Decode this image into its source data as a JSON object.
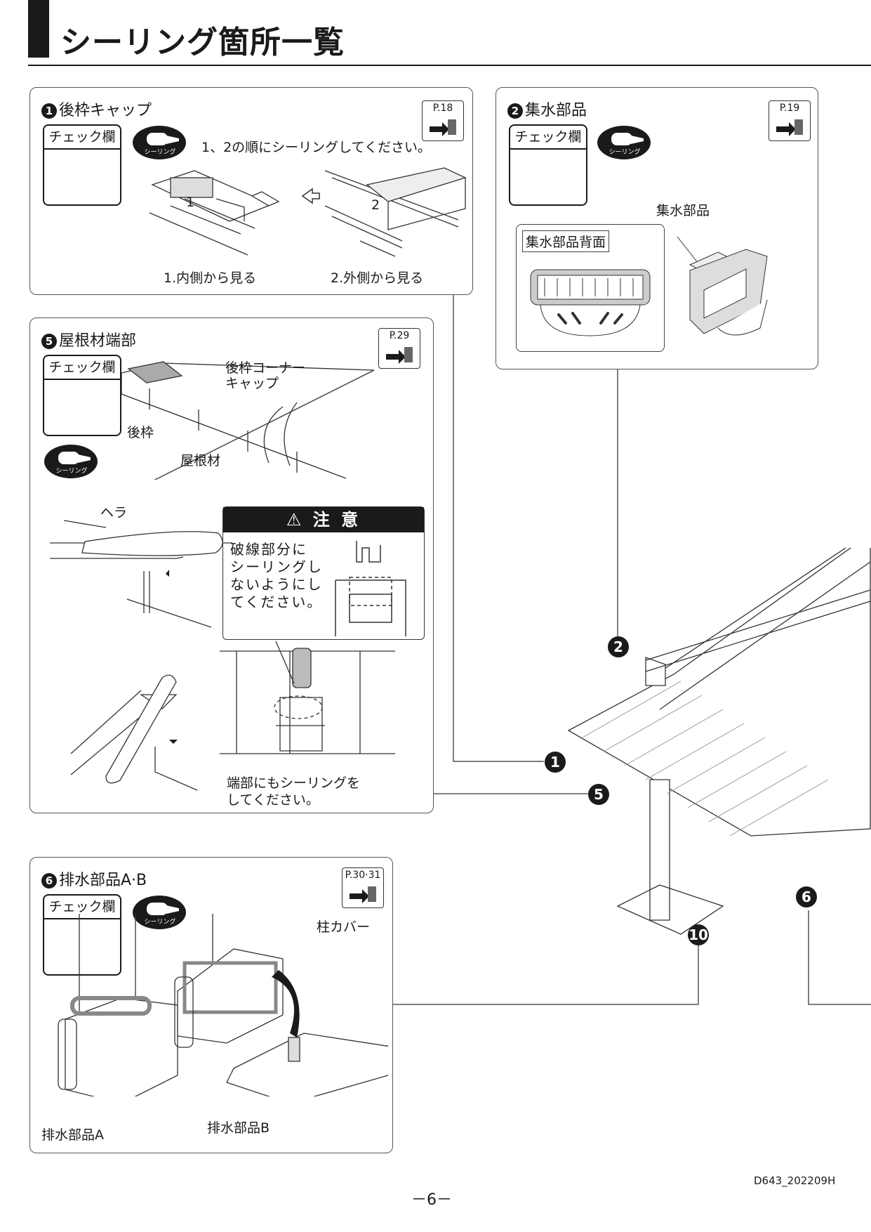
{
  "header": {
    "title": "シーリング箇所一覧"
  },
  "common": {
    "check_label": "チェック欄",
    "sealant_label": "シーリング"
  },
  "panels": {
    "p1": {
      "num": "1",
      "title": "後枠キャップ",
      "page_ref": "P.18",
      "instruction": "1、2の順にシーリングしてください。",
      "step1": "1",
      "step2": "2",
      "caption1": "1.内側から見る",
      "caption2": "2.外側から見る"
    },
    "p2": {
      "num": "2",
      "title": "集水部品",
      "page_ref": "P.19",
      "part_label": "集水部品",
      "back_label": "集水部品背面"
    },
    "p5": {
      "num": "5",
      "title": "屋根材端部",
      "page_ref": "P.29",
      "label_corner": "後枠コーナー\nキャップ",
      "label_frame": "後枠",
      "label_roof": "屋根材",
      "label_spatula": "ヘラ",
      "caution_title": "注 意",
      "caution_text": "破線部分に\nシーリングし\nないようにし\nてください。",
      "end_note": "端部にもシーリングを\nしてください。"
    },
    "p6": {
      "num": "6",
      "title": "排水部品A·B",
      "page_ref": "P.30·31",
      "label_cover": "柱カバー",
      "label_a": "排水部品A",
      "label_b": "排水部品B"
    }
  },
  "markers": {
    "m1": "1",
    "m2": "2",
    "m5": "5",
    "m6": "6",
    "m10": "10"
  },
  "footer": {
    "code": "D643_202209H",
    "page": "－6－"
  }
}
